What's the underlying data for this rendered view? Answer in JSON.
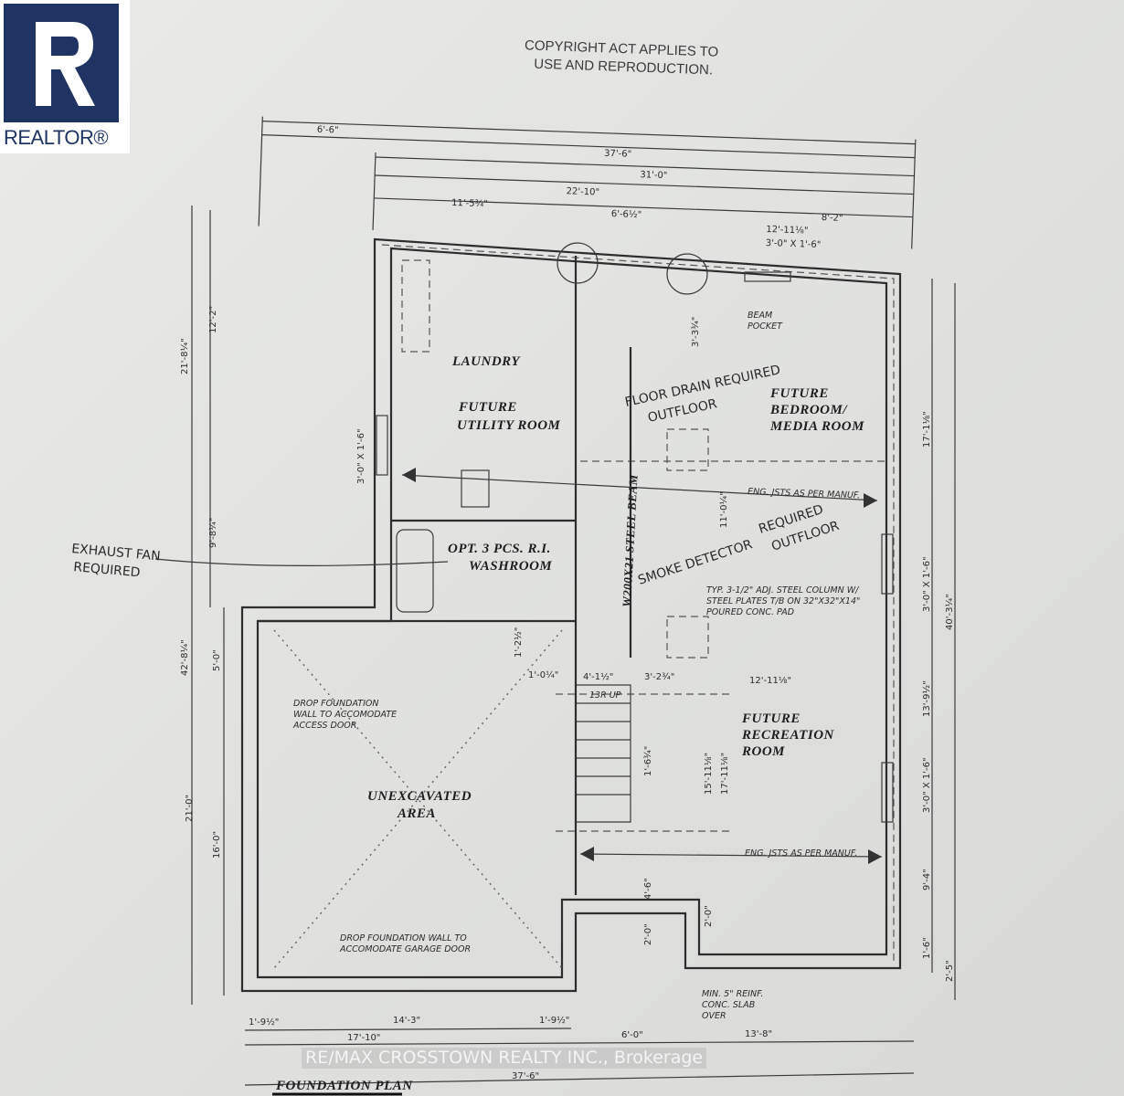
{
  "logo": {
    "text": "REALTOR®"
  },
  "copyright": [
    "COPYRIGHT ACT APPLIES TO",
    "USE AND REPRODUCTION."
  ],
  "title": "FOUNDATION PLAN",
  "watermark": "RE/MAX CROSSTOWN REALTY INC., Brokerage",
  "top_dims": {
    "d1": "6'-6\"",
    "d2": "37'-6\"",
    "d3": "31'-0\"",
    "d4": "22'-10\"",
    "d5": "11'-5¾\"",
    "d6": "6'-6½\"",
    "d7": "8'-2\"",
    "d8": "12'-11⅛\"",
    "window": "3'-0\" X 1'-6\""
  },
  "left_dims": {
    "d1": "21'-8¼\"",
    "d2": "12'-2\"",
    "d3": "9'-8¼\"",
    "d4": "42'-8¼\"",
    "d5": "5'-0\"",
    "d6": "21'-0\"",
    "d7": "16'-0\"",
    "window": "3'-0\" X 1'-6\""
  },
  "right_dims": {
    "d1": "17'-1⅛\"",
    "d2": "3'-0\" X 1'-6\"",
    "d3": "40'-3¼\"",
    "d4": "13'-9½\"",
    "d5": "3'-0\" X 1'-6\"",
    "d6": "9'-4\"",
    "d7": "1'-6\"",
    "d8": "2'-5\""
  },
  "bottom_dims": {
    "d1": "1'-9½\"",
    "d2": "14'-3\"",
    "d3": "1'-9½\"",
    "d4": "17'-10\"",
    "d5": "6'-0\"",
    "d6": "13'-8\"",
    "d7": "37'-6\""
  },
  "interior_dims": {
    "a": "11'-0¼\"",
    "b": "1'-2½\"",
    "c": "1'-0¼\"",
    "d": "4'-1½\"",
    "e": "3'-2¾\"",
    "f": "12'-11⅛\"",
    "g": "1'-6¾\"",
    "h": "15'-11⅛\"",
    "i": "17'-11⅛\"",
    "j": "4'-6\"",
    "k": "2'-0\"",
    "l": "2'-0\"",
    "m": "3'-3¾\""
  },
  "rooms": {
    "laundry": "LAUNDRY",
    "utility": [
      "FUTURE",
      "UTILITY ROOM"
    ],
    "washroom": [
      "OPT. 3 PCS. R.I.",
      "WASHROOM"
    ],
    "bedroom": [
      "FUTURE",
      "BEDROOM/",
      "MEDIA ROOM"
    ],
    "recreation": [
      "FUTURE",
      "RECREATION",
      "ROOM"
    ],
    "unexcavated": [
      "UNEXCAVATED",
      "AREA"
    ]
  },
  "notes": {
    "beam_pocket": [
      "BEAM",
      "POCKET"
    ],
    "steel_beam": "W200X21 STEEL BEAM",
    "joists1": "ENG. JSTS AS PER MANUF.",
    "joists2": "ENG. JSTS AS PER MANUF.",
    "column": [
      "TYP. 3-1/2\" ADJ. STEEL COLUMN W/",
      "STEEL PLATES T/B ON 32\"X32\"X14\"",
      "POURED CONC. PAD"
    ],
    "access_door": [
      "DROP FOUNDATION",
      "WALL TO ACCOMODATE",
      "ACCESS DOOR"
    ],
    "garage_door": [
      "DROP FOUNDATION WALL TO",
      "ACCOMODATE GARAGE DOOR"
    ],
    "slab": [
      "MIN. 5\" REINF.",
      "CONC. SLAB",
      "OVER"
    ],
    "stairs": "13R UP"
  },
  "handwritten": {
    "floor_drain": [
      "FLOOR DRAIN REQUIRED",
      "OUTFLOOR"
    ],
    "smoke": [
      "SMOKE DETECTOR",
      "REQUIRED",
      "OUTFLOOR"
    ],
    "exhaust": [
      "EXHAUST FAN",
      "REQUIRED"
    ]
  }
}
